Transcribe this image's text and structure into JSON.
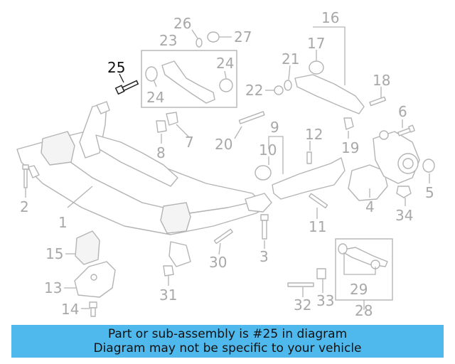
{
  "callouts": {
    "c1": "1",
    "c2": "2",
    "c3": "3",
    "c4": "4",
    "c5": "5",
    "c6": "6",
    "c7": "7",
    "c8": "8",
    "c9": "9",
    "c10": "10",
    "c11": "11",
    "c12": "12",
    "c13": "13",
    "c14": "14",
    "c15": "15",
    "c16": "16",
    "c17": "17",
    "c18": "18",
    "c19": "19",
    "c20": "20",
    "c21": "21",
    "c22": "22",
    "c23": "23",
    "c24a": "24",
    "c24b": "24",
    "c25": "25",
    "c26": "26",
    "c27": "27",
    "c28": "28",
    "c29": "29",
    "c30": "30",
    "c31": "31",
    "c32": "32",
    "c33": "33",
    "c34": "34"
  },
  "highlight_color": "#4fb9ee",
  "banner": {
    "line1": "Part or sub-assembly is #25 in diagram",
    "line2": "Diagram may not be specific to your vehicle"
  }
}
